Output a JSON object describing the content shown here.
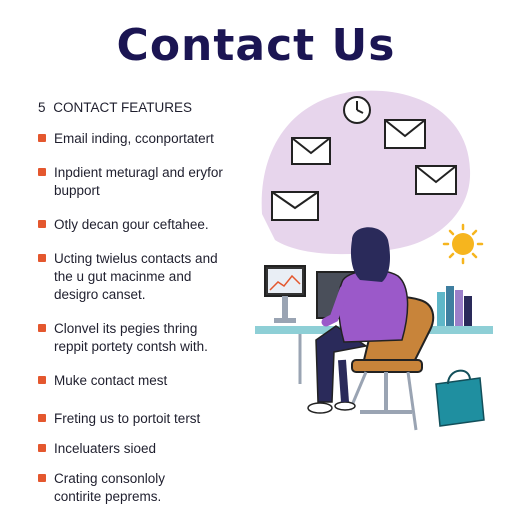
{
  "title": "Contact Us",
  "section": {
    "number": "5",
    "heading": "CONTACT FEATURES"
  },
  "features": [
    {
      "lines": [
        "Email inding, cconportatert"
      ]
    },
    {
      "lines": [
        "Inpdient meturagl and eryfor",
        "bupport"
      ]
    },
    {
      "lines": [
        "Otly decan gour ceftahee."
      ]
    },
    {
      "lines": [
        "Ucting twielus contacts and",
        "the u gut macinme and",
        "desigro canset."
      ]
    },
    {
      "lines": [
        "Clonvel its pegies thring",
        "reppit portety contsh with."
      ]
    },
    {
      "lines": [
        "Muke contact mest"
      ]
    },
    {
      "lines": [
        "Freting us to portoit terst"
      ]
    },
    {
      "lines": [
        "Inceluaters sioed"
      ]
    },
    {
      "lines": [
        "Crating consonloly",
        "contirite peprems."
      ]
    }
  ],
  "colors": {
    "title": "#1b1553",
    "bullet": "#e4572e",
    "blob": "#e7d5ec",
    "shirt": "#9b59c9",
    "hair": "#2a2a5a",
    "chair": "#c8843a",
    "desk": "#8ecfd6",
    "sun": "#f6b51e",
    "bag": "#1f8fa0"
  },
  "icons": [
    "envelope-icon",
    "clock-icon",
    "sun-icon",
    "monitor-icon",
    "books-icon",
    "shopping-bag-icon"
  ]
}
